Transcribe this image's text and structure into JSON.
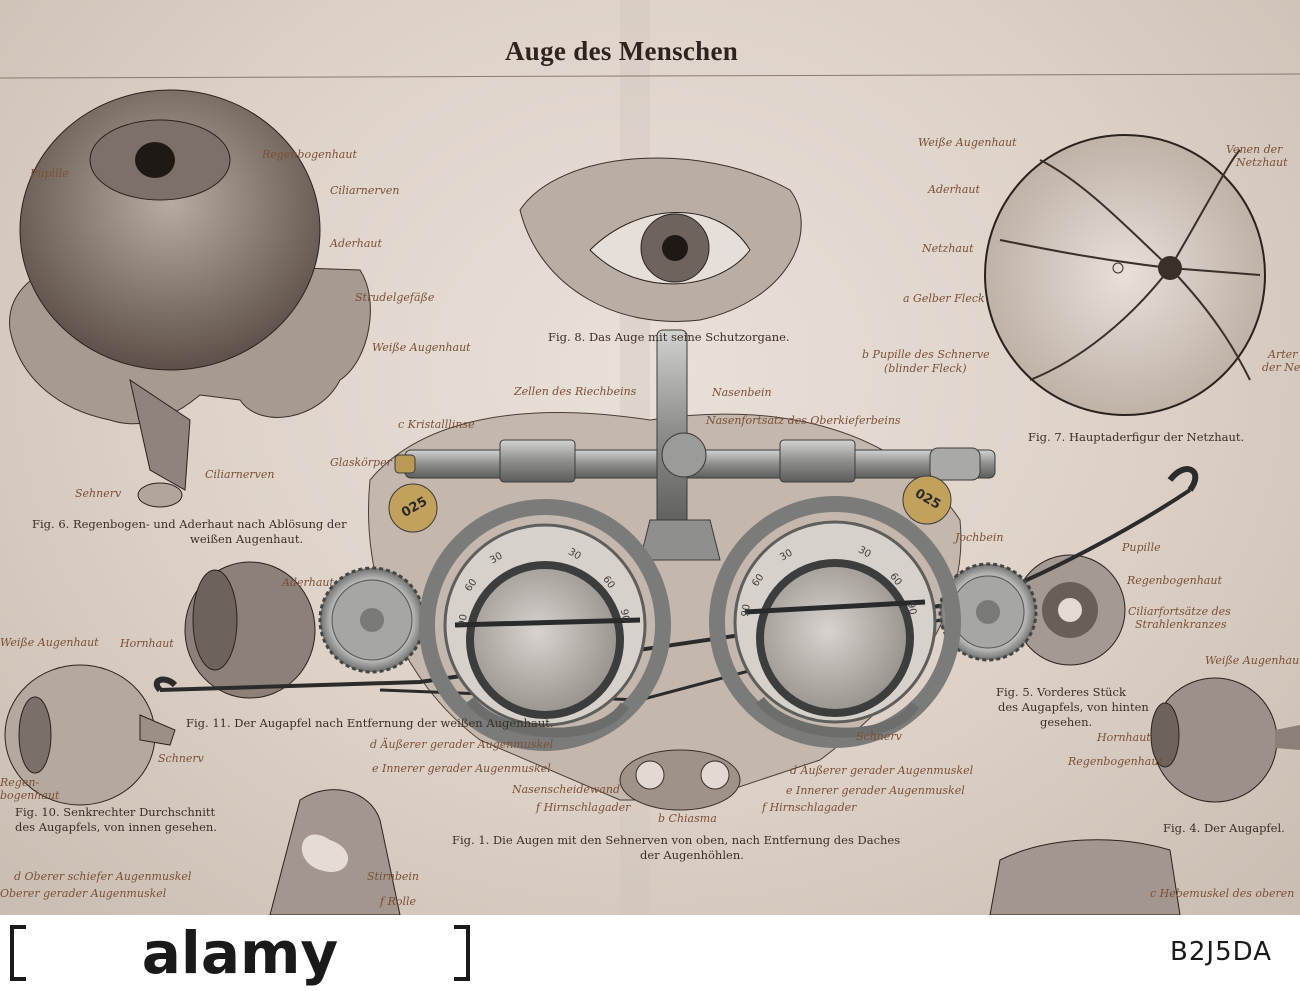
{
  "poster": {
    "title": "Auge des Menschen",
    "fig8_caption": "Fig. 8.  Das Auge mit seine Schutzorgane.",
    "fig7_caption": "Fig. 7.  Hauptaderfigur der Netzhaut.",
    "fig6_caption_1": "Fig. 6.  Regenbogen- und Aderhaut nach Ablösung der",
    "fig6_caption_2": "weißen Augenhaut.",
    "fig11_caption_1": "Fig. 11.  Der Augapfel nach Entfernung der weißen Augenhaut.",
    "fig5_caption_1": "Fig. 5.  Vorderes Stück",
    "fig5_caption_2": "des Augapfels, von hinten",
    "fig5_caption_3": "gesehen.",
    "fig10_caption_1": "Fig. 10.  Senkrechter Durchschnitt",
    "fig10_caption_2": "des Augapfels, von innen gesehen.",
    "fig1_caption_1": "Fig. 1.  Die Augen mit den Sehnerven von oben, nach Entfernung des Daches",
    "fig1_caption_2": "der Augenhöhlen.",
    "fig4_caption": "Fig. 4.  Der Augapfel.",
    "labels": {
      "pupille": "Pupille",
      "regenbogenhaut": "Regenbogenhaut",
      "ciliarnerven": "Ciliarnerven",
      "aderhaut": "Aderhaut",
      "strudelgefaesse": "Strudelgefäße",
      "weisse_augenhaut": "Weiße Augenhaut",
      "ciliarnerven_low": "Ciliarnerven",
      "sehnerv": "Sehnerv",
      "r_weisse_augenhaut": "Weiße Augenhaut",
      "r_venen": "Venen der",
      "r_netzhaut_a": "Netzhaut",
      "r_aderhaut": "Aderhaut",
      "r_netzhaut": "Netzhaut",
      "r_gelber_fleck": "a Gelber Fleck",
      "r_pupille_schnerv": "b Pupille des Schnerve",
      "r_blinder_fleck": "(blinder Fleck)",
      "r_arter": "Arter",
      "r_der_ne": "der Ne",
      "zellen_riechbeins": "Zellen des Riechbeins",
      "nasenbein": "Nasenbein",
      "nasenfortsatz": "Nasenfortsatz des Oberkieferbeins",
      "kristalllinse": "c Kristalllinse",
      "glaskoerper": "Glaskörper",
      "jochbein": "Jochbein",
      "pupille_r": "Pupille",
      "regenbogenhaut_r": "Regenbogenhaut",
      "ciliarfortsaetze_1": "Ciliarfortsätze des",
      "ciliarfortsaetze_2": "Strahlenkranzes",
      "weisse_augenhaut_l": "Weiße Augenhaut",
      "hornhaut_l": "Hornhaut",
      "aderhaut_l": "Aderhaut",
      "schnerv_l": "Schnerv",
      "regen_l": "Regen-",
      "bogenhaut_l": "bogenhaut",
      "aeusserer_l": "d Äußerer gerader Augenmuskel",
      "innerer_l": "e Innerer gerader Augenmuskel",
      "nasenscheidewand": "Nasenscheidewand",
      "hirnschlagader_l": "f Hirnschlagader",
      "chiasma": "b Chiasma",
      "hirnschlagader_r": "f Hirnschlagader",
      "aeusserer_r": "d Äußerer gerader Augenmuskel",
      "innerer_r": "e Innerer gerader Augenmuskel",
      "schnerv_r": "Schnerv",
      "weisse_augenhaut_r": "Weiße Augenhaut",
      "hornhaut_r": "Hornhaut",
      "regenbogenhaut_rr": "Regenbogenhaut",
      "oberer_schiefer": "d Oberer schiefer Augenmuskel",
      "oberer_gerader": "Oberer gerader Augenmuskel",
      "stirnbein": "Stirnbein",
      "rolle": "f Rolle",
      "hebemuskel": "c Hebemuskel des oberen"
    }
  },
  "trial_frame": {
    "left_badge": "025",
    "right_badge": "025",
    "scale_marks": [
      "90",
      "60",
      "30",
      "30",
      "60",
      "90"
    ]
  },
  "footer": {
    "logo_text": "alamy",
    "image_code": "B2J5DA"
  }
}
